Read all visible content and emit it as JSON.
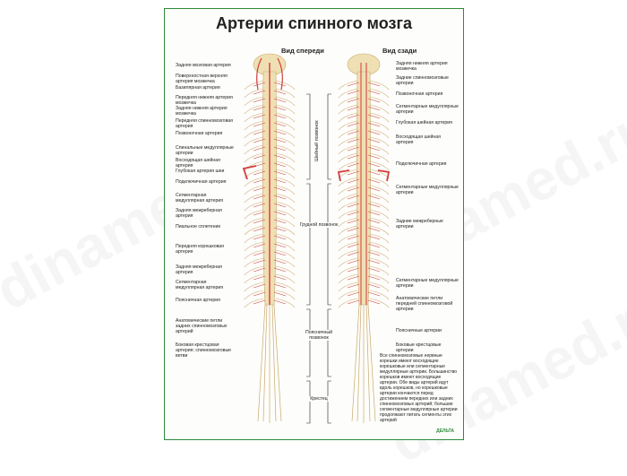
{
  "title": "Артерии спинного мозга",
  "views": {
    "front": "Вид спереди",
    "back": "Вид сзади"
  },
  "left_labels": [
    "Задняя мозговая артерия",
    "Поверхностная верхняя артерия мозжечка",
    "Базилярная артерия",
    "Передняя нижняя артерия мозжечка",
    "Задняя нижняя артерия мозжечка",
    "Передняя спинномозговая артерия",
    "Позвоночная артерия",
    "Спинальные медуллярные артерии",
    "Восходящая шейная артерия",
    "Глубокая артерия шеи",
    "Подключичная артерия",
    "Сегментарная медуллярная артерия",
    "Задняя межреберная артерия",
    "Пиальное сплетение",
    "Передняя корешковая артерия",
    "Задняя межреберная артерия",
    "Сегментарная медуллярная артерия",
    "Поясничная артерия",
    "Анатомические петли задних спинномозговых артерий",
    "Боковая крестцовая артерия; спинномозговые ветви"
  ],
  "right_labels": [
    "Задняя нижняя артерия мозжечка",
    "Задние спинномозговые артерии",
    "Позвоночная артерия",
    "Сегментарные медуллярные артерии",
    "Глубокая шейная артерия",
    "Восходящая шейная артерия",
    "Подключичная артерия",
    "Сегментарные медуллярные артерии",
    "Задние межреберные артерии",
    "Сегментарные медуллярные артерии",
    "Анатомические петли передней спинномозговой артерии",
    "Поясничные артерии",
    "Боковые крестцовые артерии"
  ],
  "region_labels": {
    "cervical": "Шейный позвонок",
    "thoracic": "Грудной позвонок",
    "lumbar": "Поясничный позвонок",
    "sacrum": "Крестец"
  },
  "note": "Все спинномозговые нервные корешки имеют восходящие корешковые или сегментарные медуллярные артерии. Большинство корешков имеют восходящие артерии. Обе виды артерий идут вдоль корешков, но корешковые артерии кончаются перед достижением передних или задних спинномозговых артерий; большие сегментарные медуллярные артерии продолжают питать сегменты этих артерий",
  "logo_text": "ДЕЛЬТА",
  "watermark": "dinamed.ru",
  "colors": {
    "frame": "#2f8a3a",
    "artery": "#d23a3a",
    "cord": "#efe0b4",
    "nerve": "#c9a96a"
  }
}
